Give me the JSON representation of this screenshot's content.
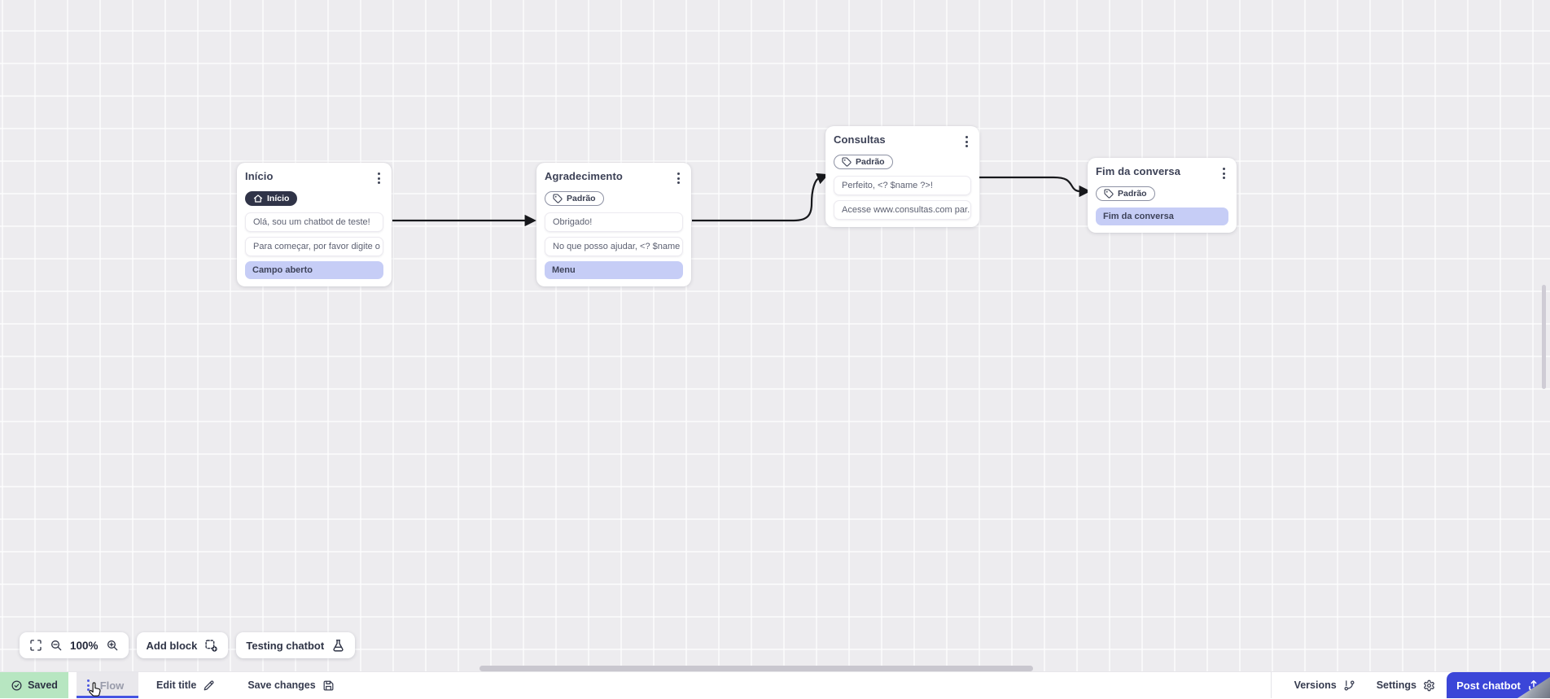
{
  "nodes": [
    {
      "title": "Início",
      "badge": {
        "label": "Início",
        "icon": "home"
      },
      "messages": [
        "Olá, sou um chatbot de teste!",
        "Para começar, por favor digite o ..."
      ],
      "action": "Campo aberto"
    },
    {
      "title": "Agradecimento",
      "badge": {
        "label": "Padrão",
        "icon": "tag"
      },
      "messages": [
        "Obrigado!",
        "No que posso ajudar, <? $name ..."
      ],
      "action": "Menu"
    },
    {
      "title": "Consultas",
      "badge": {
        "label": "Padrão",
        "icon": "tag"
      },
      "messages": [
        "Perfeito, <? $name ?>!",
        "Acesse www.consultas.com par..."
      ]
    },
    {
      "title": "Fim da conversa",
      "badge": {
        "label": "Padrão",
        "icon": "tag"
      },
      "messages": [],
      "action": "Fim da conversa"
    }
  ],
  "canvas_toolbar": {
    "zoom_level": "100%",
    "add_block": "Add block",
    "testing_chatbot": "Testing chatbot"
  },
  "statusbar": {
    "saved": "Saved",
    "flow_tab": "Flow",
    "edit_title": "Edit title",
    "save_changes": "Save changes",
    "versions": "Versions",
    "settings": "Settings",
    "post_chatbot": "Post chatbot"
  },
  "colors": {
    "accent_blue": "#3b46d8",
    "tab_underline": "#4553e2",
    "saved_green_bg": "#b7e6c1",
    "action_row_bg": "#c6cdf6",
    "start_badge_bg": "#303448",
    "canvas_bg": "#edecef",
    "arrow": "#17181c"
  }
}
